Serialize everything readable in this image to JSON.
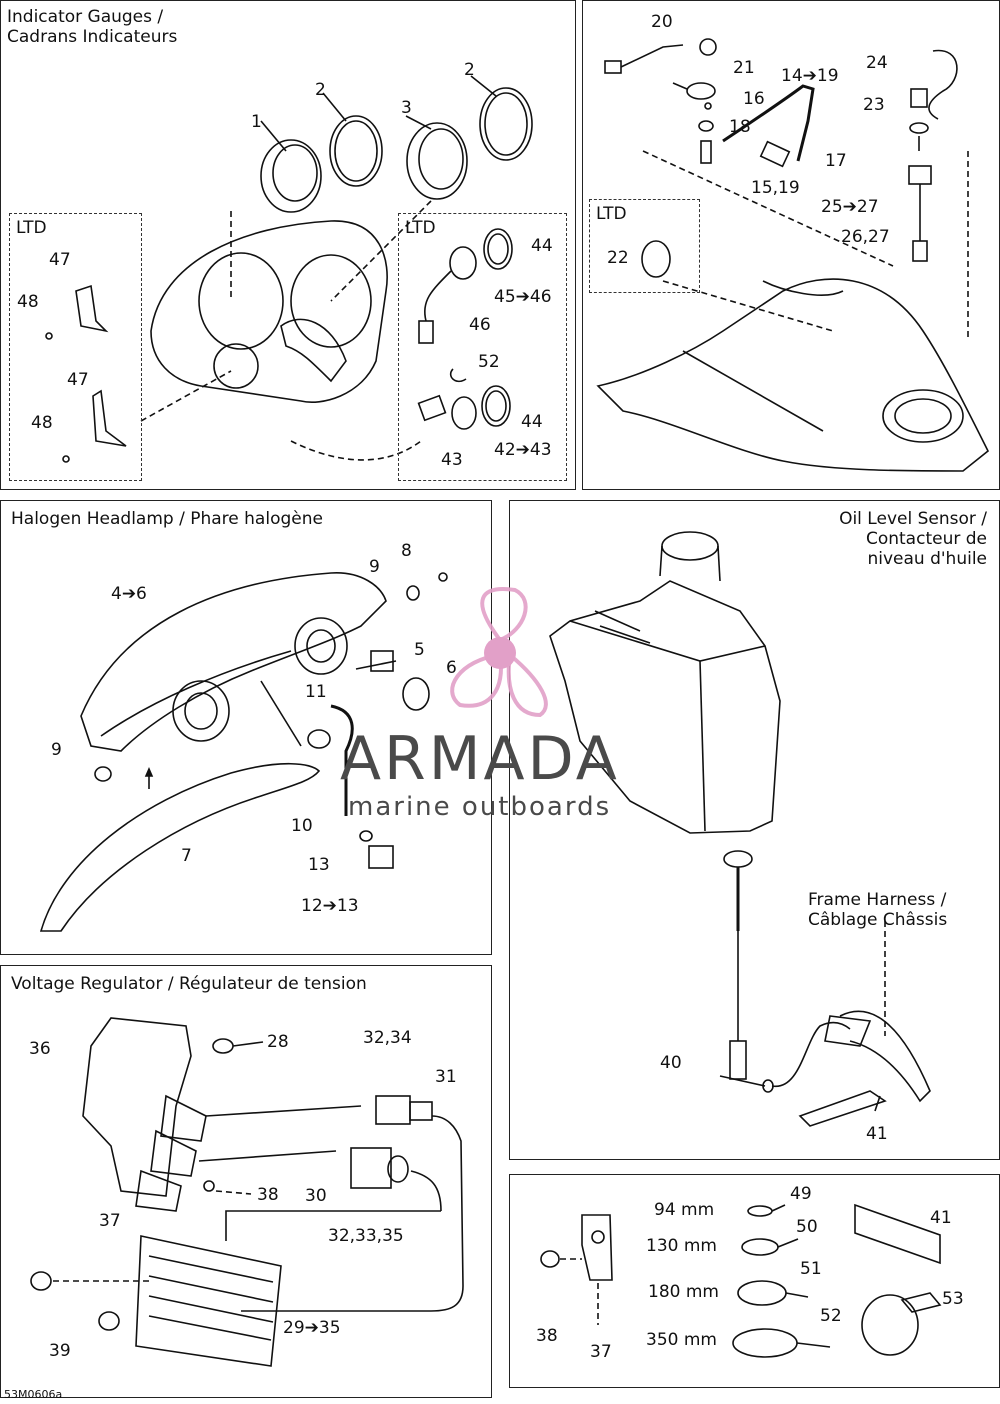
{
  "panels": {
    "gauges": {
      "title": "Indicator Gauges /\nCadrans Indicateurs",
      "ltd_left": "LTD",
      "ltd_right": "LTD"
    },
    "top_right": {
      "ltd": "LTD"
    },
    "headlamp": {
      "title": "Halogen Headlamp / Phare halogène"
    },
    "oil": {
      "title": "Oil Level Sensor /\nContacteur de\nniveau d'huile",
      "harness": "Frame Harness /\nCâblage Châssis"
    },
    "regulator": {
      "title": "Voltage Regulator / Régulateur de tension"
    }
  },
  "callouts": {
    "c1": "1",
    "c2a": "2",
    "c2b": "2",
    "c3": "3",
    "c47a": "47",
    "c48a": "48",
    "c47b": "47",
    "c48b": "48",
    "c44a": "44",
    "c4546": "45➔46",
    "c46": "46",
    "c52a": "52",
    "c44b": "44",
    "c4243": "42➔43",
    "c43": "43",
    "c20": "20",
    "c21": "21",
    "c1419": "14➔19",
    "c16": "16",
    "c18": "18",
    "c17": "17",
    "c1519": "15,19",
    "c24": "24",
    "c23": "23",
    "c2527": "25➔27",
    "c2627": "26,27",
    "c22": "22",
    "c46b": "4➔6",
    "c9a": "9",
    "c8": "8",
    "c5": "5",
    "c6": "6",
    "c11": "11",
    "c9b": "9",
    "c10": "10",
    "c7": "7",
    "c13": "13",
    "c1213": "12➔13",
    "c40": "40",
    "c41a": "41",
    "c36": "36",
    "c28": "28",
    "c3234": "32,34",
    "c31": "31",
    "c30": "30",
    "c38a": "38",
    "c37a": "37",
    "c323335": "32,33,35",
    "c2935": "29➔35",
    "c39": "39",
    "c49": "49",
    "c50": "50",
    "c51": "51",
    "c52b": "52",
    "c41b": "41",
    "c53": "53",
    "c38b": "38",
    "c37b": "37",
    "m94": "94 mm",
    "m130": "130 mm",
    "m180": "180 mm",
    "m350": "350 mm"
  },
  "watermark": {
    "brand": "ARMADA",
    "tagline": "marine outboards",
    "logo_color": "#e2a0c8"
  },
  "figure_code": "53M0606a"
}
